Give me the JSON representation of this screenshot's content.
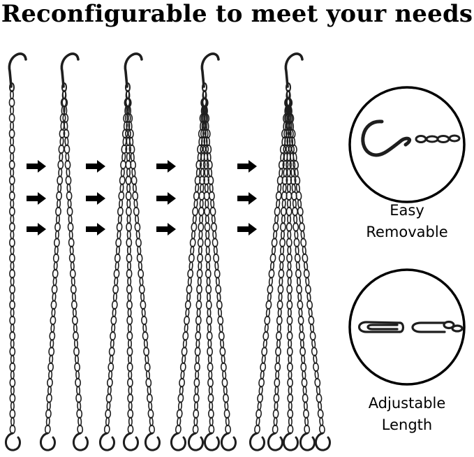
{
  "headline": "Reconfigurable to meet your needs",
  "features": [
    {
      "line1": "Easy",
      "line2": "Removable"
    },
    {
      "line1": "Adjustable",
      "line2": "Length"
    }
  ],
  "chain_groups": [
    1,
    2,
    3,
    4,
    5
  ],
  "colors": {
    "metal": "#1e1e1e",
    "arrow": "#000000",
    "background": "#ffffff"
  },
  "icons": [
    "s-hook-icon",
    "chain-icon",
    "arrow-right-icon",
    "clip-icon"
  ]
}
